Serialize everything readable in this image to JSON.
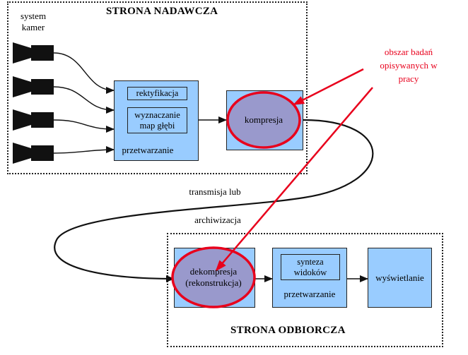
{
  "sender": {
    "title": "STRONA NADAWCZA",
    "camera_label": "system\nkamer",
    "processing": {
      "rect_label": "rektyfikacja",
      "depth_label": "wyznaczanie\nmap głębi",
      "footer": "przetwarzanie"
    },
    "compression": "kompresja"
  },
  "transmission": {
    "line1": "transmisja lub",
    "line2": "archiwizacja"
  },
  "receiver": {
    "title": "STRONA ODBIORCZA",
    "decompression": "dekompresja\n(rekonstrukcja)",
    "processing": {
      "synth_label": "synteza\nwidoków",
      "footer": "przetwarzanie"
    },
    "display": "wyświetlanie"
  },
  "annotation": {
    "text": "obszar badań\nopisywanych w\npracy",
    "color": "#e8001c"
  },
  "colors": {
    "box_fill": "#99ccff",
    "ellipse_fill": "#9999cc",
    "highlight": "#e8001c"
  }
}
